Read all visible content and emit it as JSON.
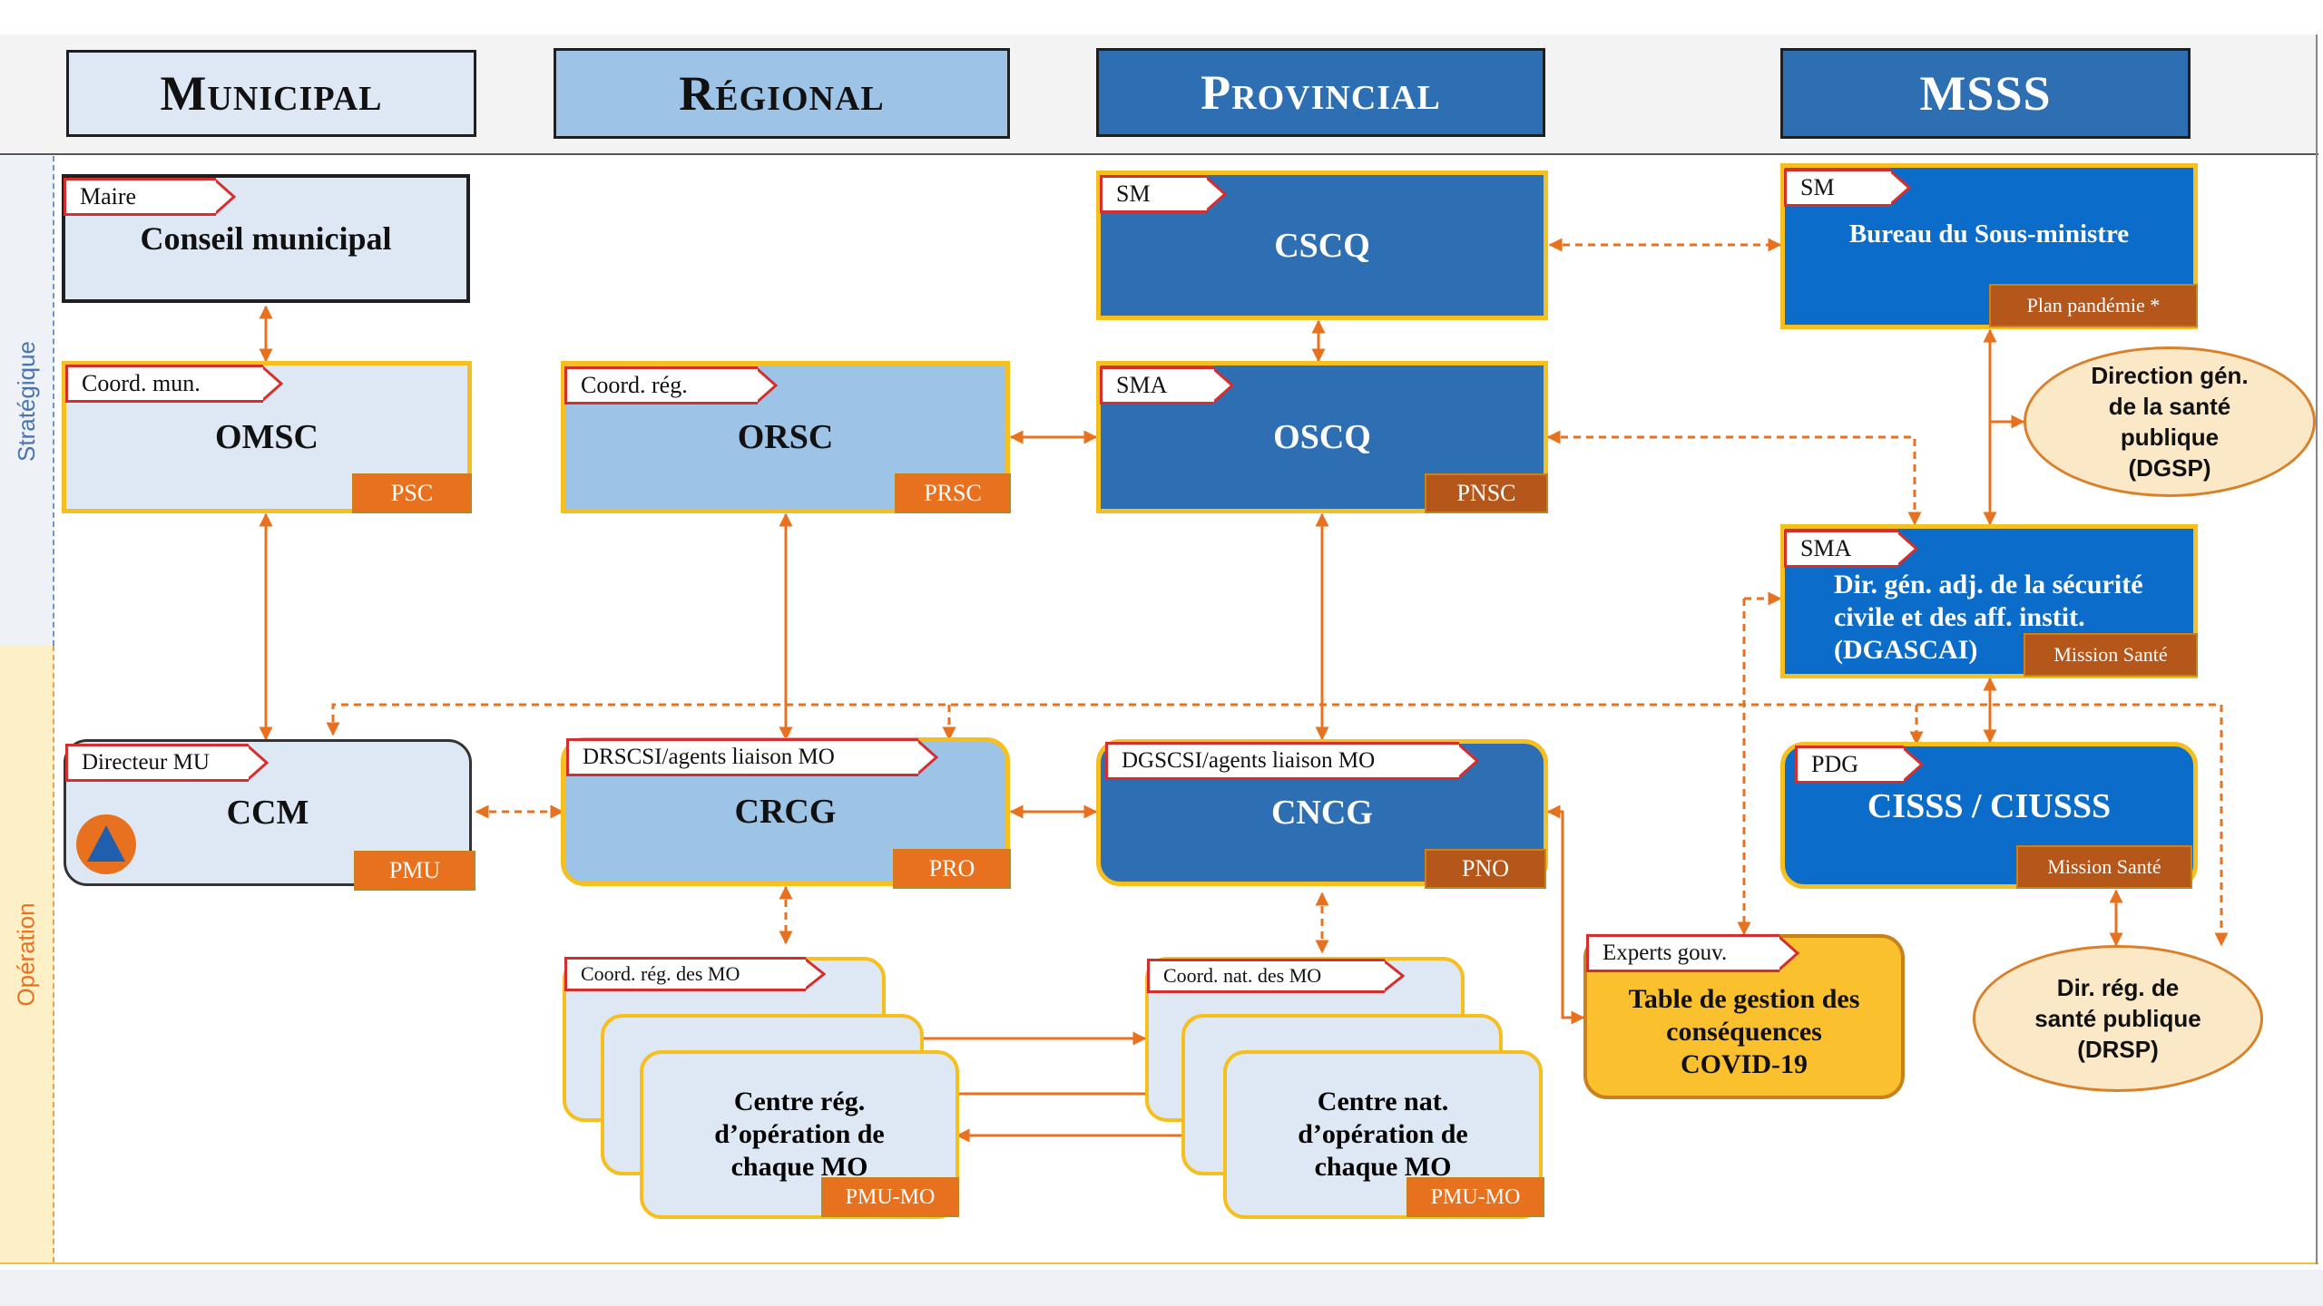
{
  "headers": {
    "municipal": "Municipal",
    "regional": "Régional",
    "provincial": "Provincial",
    "msss": "MSSS"
  },
  "bands": {
    "strategique": "Stratégique",
    "operation": "Opération"
  },
  "nodes": {
    "conseil_municipal": {
      "tag": "Maire",
      "title": "Conseil municipal"
    },
    "omsc": {
      "tag": "Coord. mun.",
      "title": "OMSC",
      "plan": "PSC"
    },
    "orsc": {
      "tag": "Coord. rég.",
      "title": "ORSC",
      "plan": "PRSC"
    },
    "cscq": {
      "tag": "SM",
      "title": "CSCQ"
    },
    "oscq": {
      "tag": "SMA",
      "title": "OSCQ",
      "plan": "PNSC"
    },
    "bureau_sm": {
      "tag": "SM",
      "title": "Bureau du Sous-ministre",
      "plan": "Plan pandémie *"
    },
    "dgsp": {
      "text": [
        "Direction gén.",
        "de la santé",
        "publique",
        "(DGSP)"
      ]
    },
    "dgascai": {
      "tag": "SMA",
      "title": [
        "Dir. gén. adj. de la sécurité",
        "civile et des aff. instit.",
        "(DGASCAI)"
      ],
      "plan": "Mission Santé"
    },
    "ccm": {
      "tag": "Directeur MU",
      "title": "CCM",
      "plan": "PMU"
    },
    "crcg": {
      "tag": "DRSCSI/agents liaison MO",
      "title": "CRCG",
      "plan": "PRO"
    },
    "cncg": {
      "tag": "DGSCSI/agents liaison MO",
      "title": "CNCG",
      "plan": "PNO"
    },
    "cisss": {
      "tag": "PDG",
      "title": "CISSS / CIUSSS",
      "plan": "Mission Santé"
    },
    "experts": {
      "tag": "Experts gouv.",
      "title": [
        "Table de gestion des",
        "conséquences",
        "COVID-19"
      ]
    },
    "drsp": {
      "text": [
        "Dir. rég. de",
        "santé publique",
        "(DRSP)"
      ]
    },
    "centre_reg": {
      "tag": "Coord. rég. des MO",
      "title": [
        "Centre rég.",
        "d’opération de",
        "chaque MO"
      ],
      "plan": "PMU-MO"
    },
    "centre_nat": {
      "tag": "Coord. nat. des MO",
      "title": [
        "Centre nat.",
        "d’opération de",
        "chaque MO"
      ],
      "plan": "PMU-MO"
    }
  },
  "colors": {
    "municipal": "#dde8f4",
    "regional": "#9dc3e6",
    "provincial": "#2e6fb3",
    "msss": "#0b6cc9",
    "border_gold": "#f5bf20",
    "arrow": "#e8711f",
    "tag_border": "#d42f2f"
  }
}
